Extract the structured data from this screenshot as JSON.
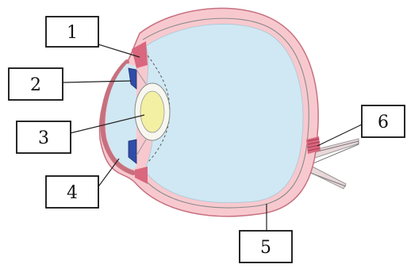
{
  "diagram": {
    "labels": [
      "1",
      "2",
      "3",
      "4",
      "5",
      "6"
    ],
    "colors": {
      "sclera": "#f7c9cf",
      "sclera_edge": "#c7707e",
      "vitreous": "#cfe8f3",
      "lens": "#f3f0a4",
      "iris": "#2f4da8",
      "ciliary": "#d9677e"
    }
  }
}
